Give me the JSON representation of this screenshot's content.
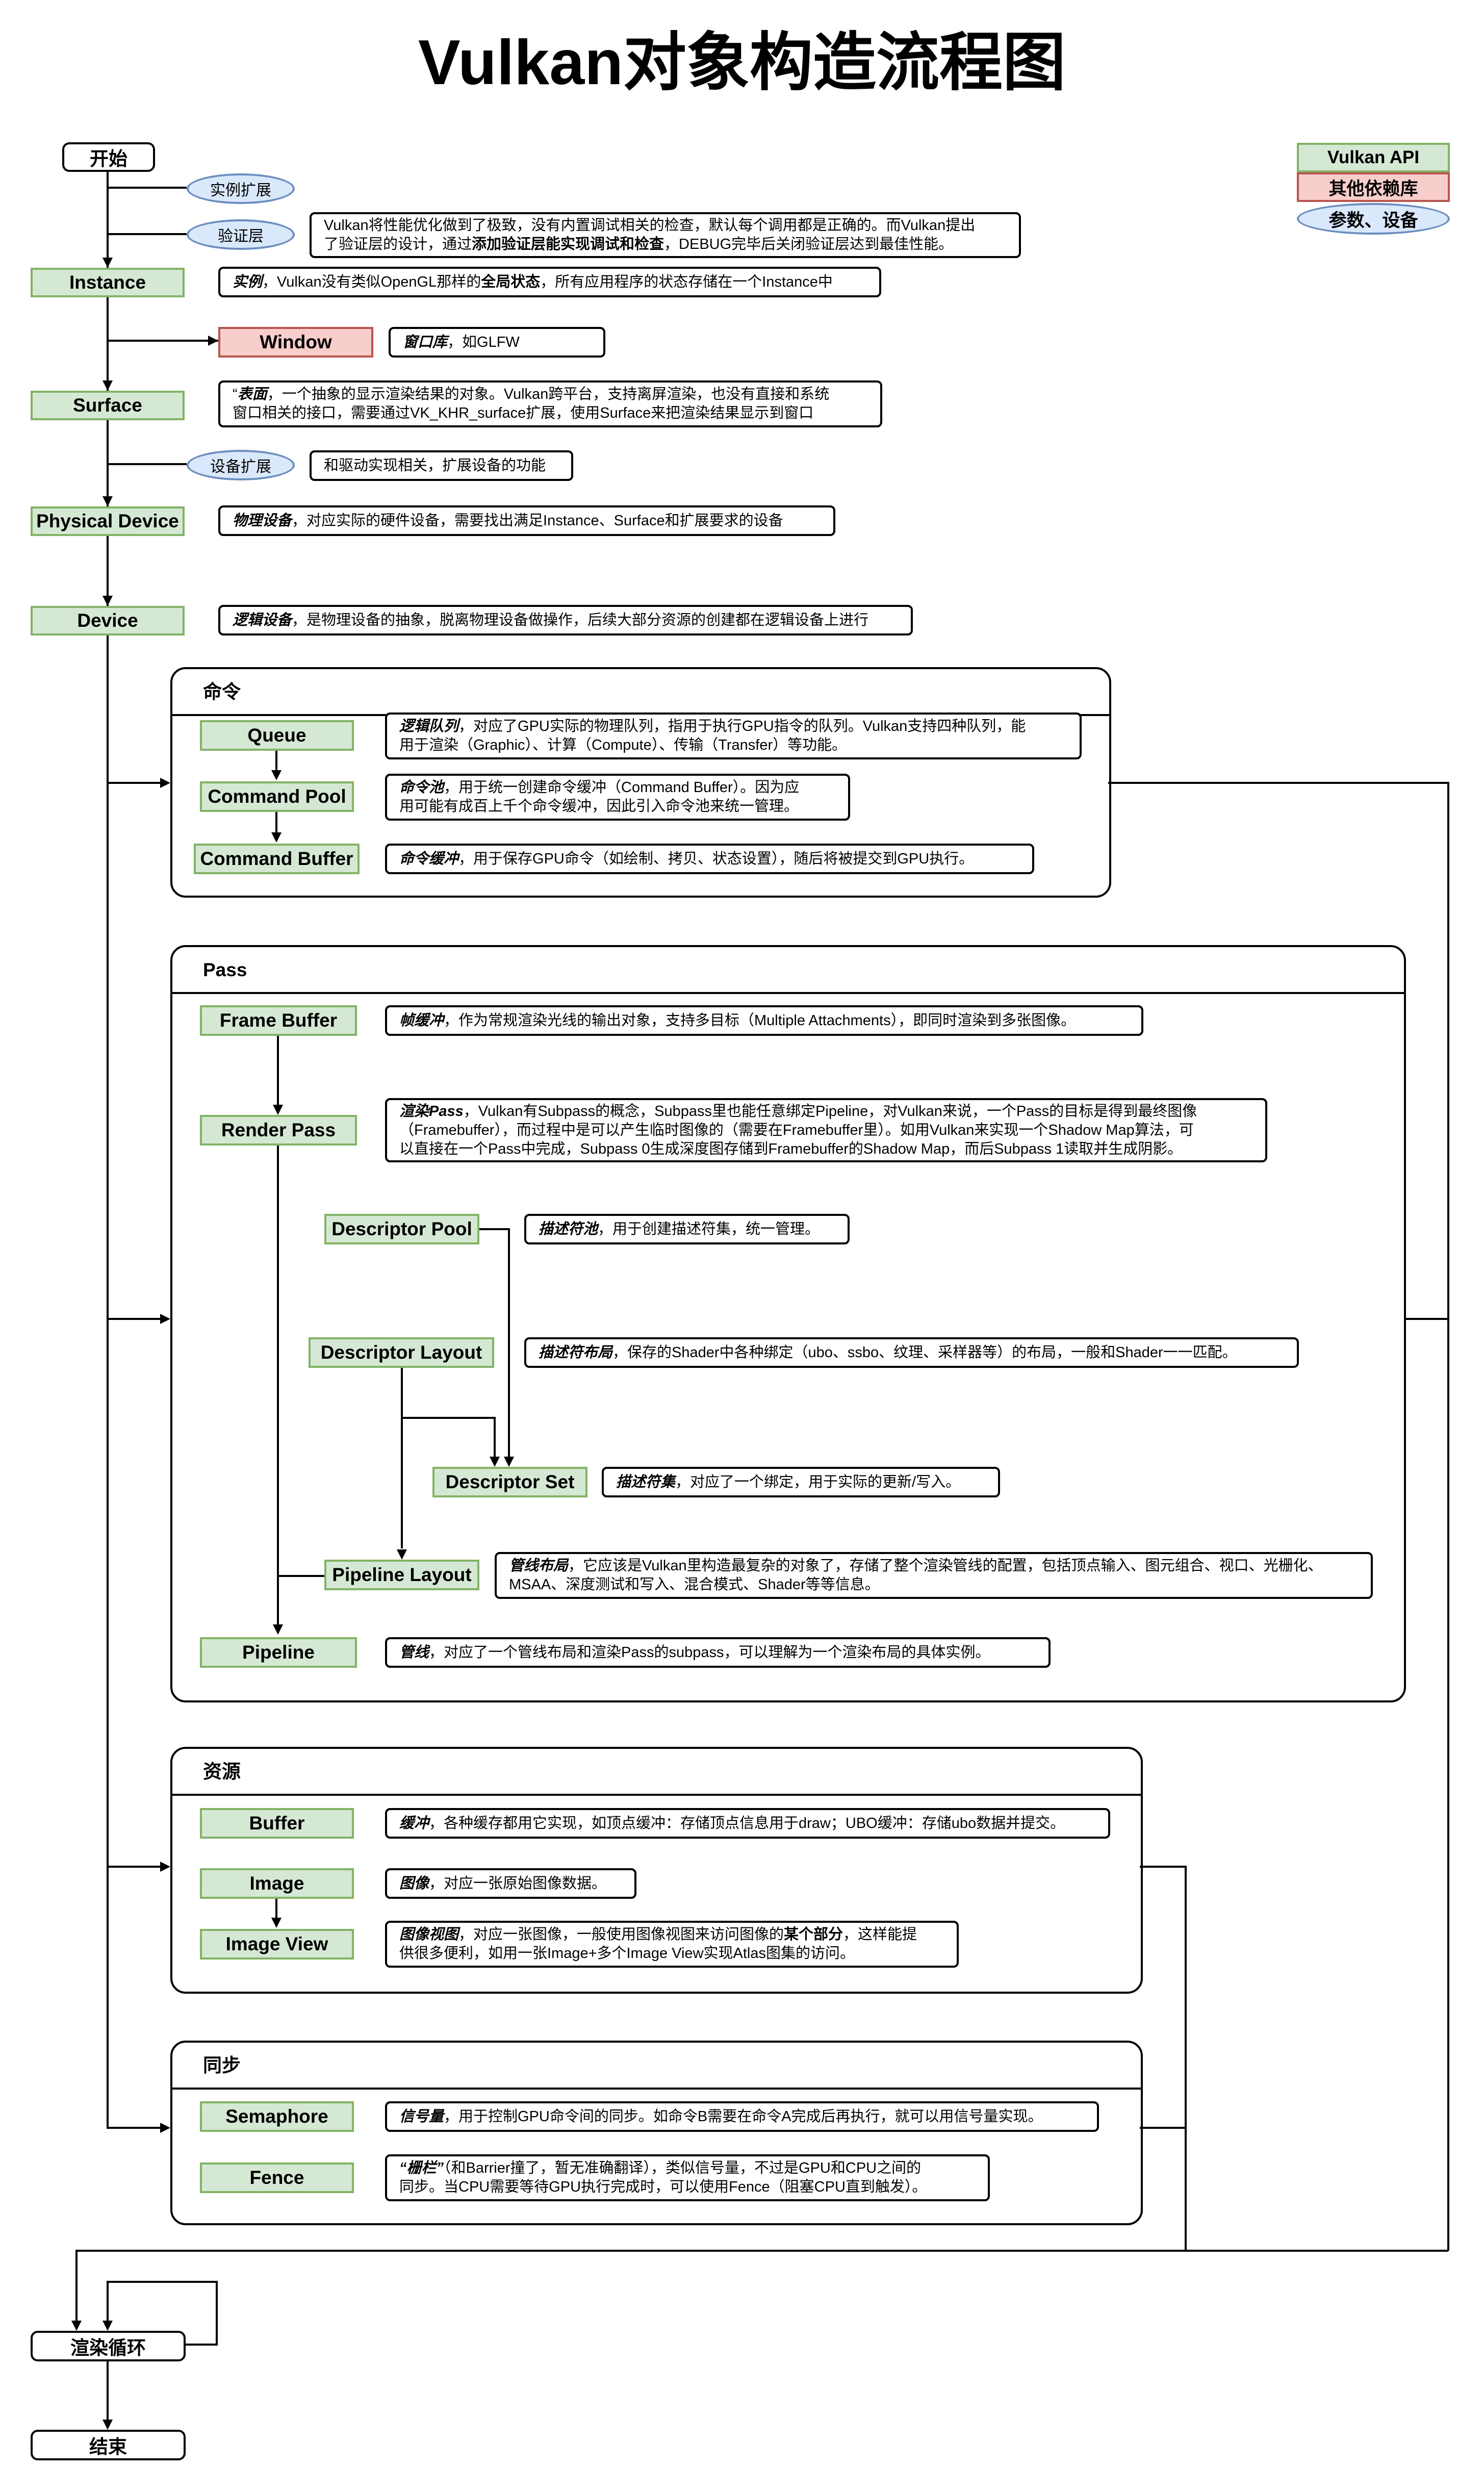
{
  "title": "Vulkan对象构造流程图",
  "legend": {
    "api": "Vulkan API",
    "dep": "其他依赖库",
    "param": "参数、设备"
  },
  "colors": {
    "api_fill": "#d5e8d4",
    "api_stroke": "#82b366",
    "dep_fill": "#f8cecc",
    "dep_stroke": "#b85450",
    "param_fill": "#dae8fc",
    "param_stroke": "#6c8ebf"
  },
  "nodes": {
    "start": "开始",
    "instance_ext": "实例扩展",
    "validation": "验证层",
    "instance": "Instance",
    "window": "Window",
    "surface": "Surface",
    "device_ext": "设备扩展",
    "physical_device": "Physical Device",
    "device": "Device",
    "queue": "Queue",
    "command_pool": "Command Pool",
    "command_buffer": "Command Buffer",
    "frame_buffer": "Frame Buffer",
    "render_pass": "Render Pass",
    "descriptor_pool": "Descriptor Pool",
    "descriptor_layout": "Descriptor Layout",
    "descriptor_set": "Descriptor Set",
    "pipeline_layout": "Pipeline Layout",
    "pipeline": "Pipeline",
    "buffer": "Buffer",
    "image": "Image",
    "image_view": "Image View",
    "semaphore": "Semaphore",
    "fence": "Fence",
    "render_loop": "渲染循环",
    "end": "结束"
  },
  "groups": {
    "command": "命令",
    "pass": "Pass",
    "resource": "资源",
    "sync": "同步"
  },
  "notes": {
    "validation": {
      "l1": "Vulkan将性能优化做到了极致，没有内置调试相关的检查，默认每个调用都是正确的。而Vulkan提出",
      "l2a": "了验证层的设计，通过",
      "l2b": "添加验证层能实现调试和检查",
      "l2c": "，DEBUG完毕后关闭验证层达到最佳性能。"
    },
    "instance": {
      "k": "实例",
      "a": "，Vulkan没有类似OpenGL那样的",
      "b": "全局状态",
      "c": "，所有应用程序的状态存储在一个Instance中"
    },
    "window": {
      "k": "窗口库",
      "a": "，如GLFW"
    },
    "surface": {
      "q": "“",
      "k": "表面",
      "a": "，一个抽象的显示渲染结果的对象。Vulkan跨平台，支持离屏渲染，也没有直接和系统",
      "l2": "窗口相关的接口，需要通过VK_KHR_surface扩展，使用Surface来把渲染结果显示到窗口"
    },
    "device_ext": {
      "a": "和驱动实现相关，扩展设备的功能"
    },
    "physical_device": {
      "k": "物理设备",
      "a": "，对应实际的硬件设备，需要找出满足Instance、Surface和扩展要求的设备"
    },
    "device": {
      "k": "逻辑设备",
      "a": "，是物理设备的抽象，脱离物理设备做操作，后续大部分资源的创建都在逻辑设备上进行"
    },
    "queue": {
      "k": "逻辑队列",
      "a": "，对应了GPU实际的物理队列，指用于执行GPU指令的队列。Vulkan支持四种队列，能",
      "l2": "用于渲染（Graphic）、计算（Compute）、传输（Transfer）等功能。"
    },
    "command_pool": {
      "k": "命令池",
      "a": "，用于统一创建命令缓冲（Command Buffer）。因为应",
      "l2": "用可能有成百上千个命令缓冲，因此引入命令池来统一管理。"
    },
    "command_buffer": {
      "k": "命令缓冲",
      "a": "，用于保存GPU命令（如绘制、拷贝、状态设置），随后将被提交到GPU执行。"
    },
    "frame_buffer": {
      "k": "帧缓冲",
      "a": "，作为常规渲染光线的输出对象，支持多目标（Multiple Attachments），即同时渲染到多张图像。"
    },
    "render_pass": {
      "k": "渲染Pass",
      "a": "，Vulkan有Subpass的概念，Subpass里也能任意绑定Pipeline，对Vulkan来说，一个Pass的目标是得到最终图像",
      "l2": "（Framebuffer），而过程中是可以产生临时图像的（需要在Framebuffer里）。如用Vulkan来实现一个Shadow Map算法，可",
      "l3": "以直接在一个Pass中完成，Subpass 0生成深度图存储到Framebuffer的Shadow Map，而后Subpass 1读取并生成阴影。"
    },
    "descriptor_pool": {
      "k": "描述符池",
      "a": "，用于创建描述符集，统一管理。"
    },
    "descriptor_layout": {
      "k": "描述符布局",
      "a": "，保存的Shader中各种绑定（ubo、ssbo、纹理、采样器等）的布局，一般和Shader一一匹配。"
    },
    "descriptor_set": {
      "k": "描述符集",
      "a": "，对应了一个绑定，用于实际的更新/写入。"
    },
    "pipeline_layout": {
      "k": "管线布局",
      "a": "，它应该是Vulkan里构造最复杂的对象了，存储了整个渲染管线的配置，包括顶点输入、图元组合、视口、光栅化、",
      "l2": "MSAA、深度测试和写入、混合模式、Shader等等信息。"
    },
    "pipeline": {
      "k": "管线",
      "a": "，对应了一个管线布局和渲染Pass的subpass，可以理解为一个渲染布局的具体实例。"
    },
    "buffer": {
      "k": "缓冲",
      "a": "，各种缓存都用它实现，如顶点缓冲：存储顶点信息用于draw；UBO缓冲：存储ubo数据并提交。"
    },
    "image": {
      "k": "图像",
      "a": "，对应一张原始图像数据。"
    },
    "image_view": {
      "k": "图像视图",
      "a": "，对应一张图像，一般使用图像视图来访问图像的",
      "b": "某个部分",
      "c": "，这样能提",
      "l2": "供很多便利，如用一张Image+多个Image View实现Atlas图集的访问。"
    },
    "semaphore": {
      "k": "信号量",
      "a": "，用于控制GPU命令间的同步。如命令B需要在命令A完成后再执行，就可以用信号量实现。"
    },
    "fence": {
      "q": "“",
      "k": "栅栏",
      "q2": "”",
      "a": "（和Barrier撞了，暂无准确翻译），类似信号量，不过是GPU和CPU之间的",
      "l2": "同步。当CPU需要等待GPU执行完成时，可以使用Fence（阻塞CPU直到触发）。"
    }
  }
}
